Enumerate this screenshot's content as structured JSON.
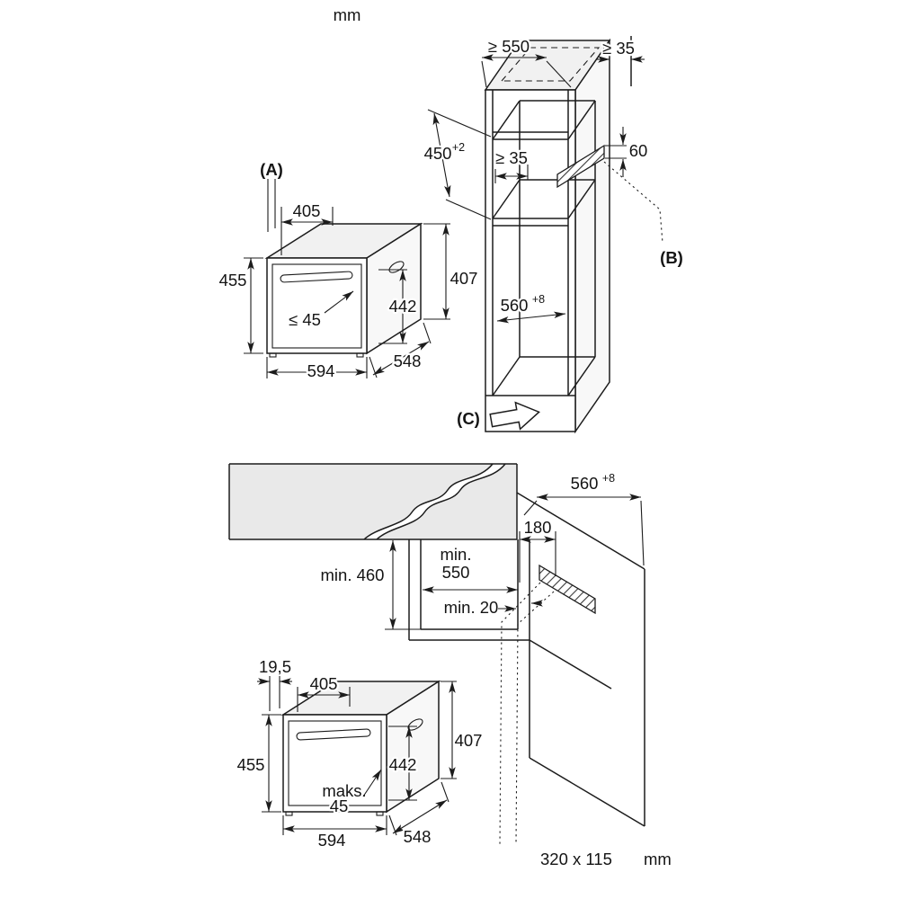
{
  "units": {
    "top": "mm",
    "bottom": "mm"
  },
  "top_view": {
    "oven": {
      "label_a": "(A)",
      "w_top": "405",
      "h_left": "455",
      "h_right": "407",
      "h_door": "442",
      "door_gap": "≤ 45",
      "w_front": "594",
      "depth": "548"
    },
    "cabinet": {
      "depth_min": "≥ 550",
      "gap_rear": "≥ 35",
      "niche_h": "450",
      "niche_h_tol": "+2",
      "vent_gap": "≥ 35",
      "vent_h": "60",
      "label_b": "(B)",
      "niche_d": "560",
      "niche_d_tol": "+8",
      "label_c": "(C)"
    }
  },
  "bottom_view": {
    "cabinet": {
      "depth": "560",
      "depth_tol": "+8",
      "vent_d": "180",
      "h_min": "min. 460",
      "d_min_1": "min.",
      "d_min_2": "550",
      "gap_min": "min. 20",
      "cutout": "320 x 115"
    },
    "oven": {
      "door_offset": "19,5",
      "w_top": "405",
      "h_left": "455",
      "h_door": "442",
      "h_right": "407",
      "handle_1": "maks.",
      "handle_2": "45",
      "w_front": "594",
      "depth": "548"
    }
  }
}
